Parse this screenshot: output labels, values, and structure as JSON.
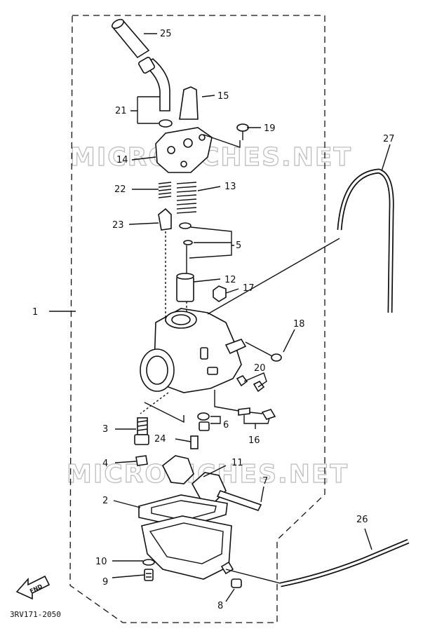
{
  "watermark": "MICROFICHES.NET",
  "drawing_code": "3RV171-2050",
  "find_label": "FND",
  "callouts": {
    "c1": "1",
    "c2": "2",
    "c3": "3",
    "c4": "4",
    "c5": "5",
    "c6": "6",
    "c8": "8",
    "c9": "9",
    "c10": "10",
    "c11": "11",
    "c12": "12",
    "c13": "13",
    "c14": "14",
    "c15": "15",
    "c16": "16",
    "c17": "17",
    "c18": "18",
    "c19": "19",
    "c20": "20",
    "c21": "21",
    "c22": "22",
    "c23": "23",
    "c24": "24",
    "c25": "25",
    "c26": "26",
    "c27": "27",
    "c7": "7"
  }
}
